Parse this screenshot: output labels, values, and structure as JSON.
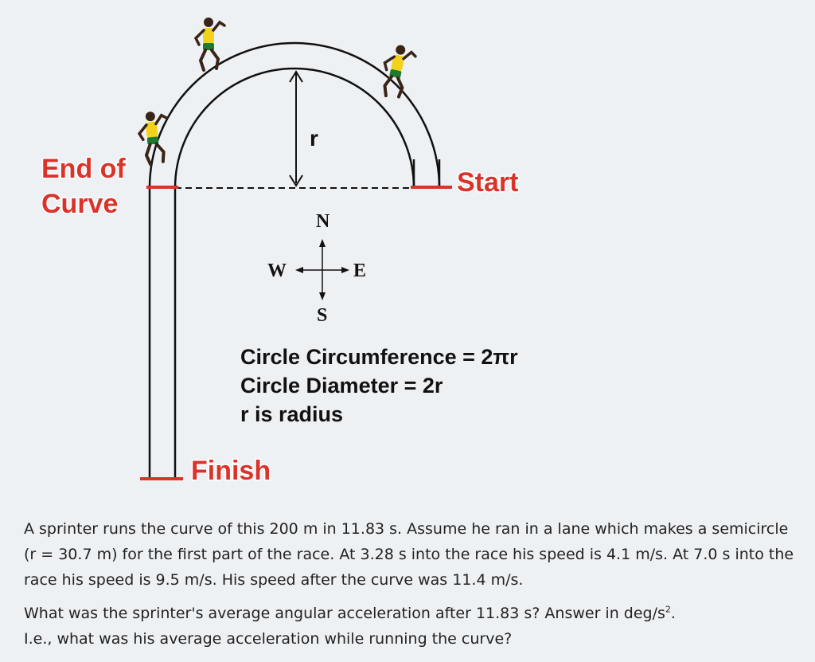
{
  "diagram": {
    "label_end_of_curve_line1": "End of",
    "label_end_of_curve_line2": "Curve",
    "label_start": "Start",
    "label_finish": "Finish",
    "radius_label": "r",
    "compass": {
      "north": "N",
      "south": "S",
      "east": "E",
      "west": "W"
    },
    "colors": {
      "marker_red": "#d9332a",
      "track_black": "#111111",
      "runner_jersey": "#f2d31b",
      "runner_shorts": "#1d7a2e"
    }
  },
  "formulas": {
    "circumference": "Circle Circumference = 2πr",
    "diameter": "Circle Diameter = 2r",
    "radius_def": "r is radius"
  },
  "question": {
    "paragraph1": "A sprinter runs the curve of this 200 m in 11.83 s. Assume he ran in a lane which makes a semicircle (r = 30.7 m) for the first part of the race. At 3.28 s into the race his speed is 4.1 m/s. At 7.0 s into the race his speed is 9.5 m/s. His speed after the curve was 11.4 m/s.",
    "paragraph2_main": "What was the sprinter's average angular acceleration after 11.83 s? Answer in deg/s",
    "paragraph2_sup": "2",
    "paragraph2_end": ".",
    "paragraph2_line2": " I.e., what was his average acceleration while running the curve?"
  }
}
